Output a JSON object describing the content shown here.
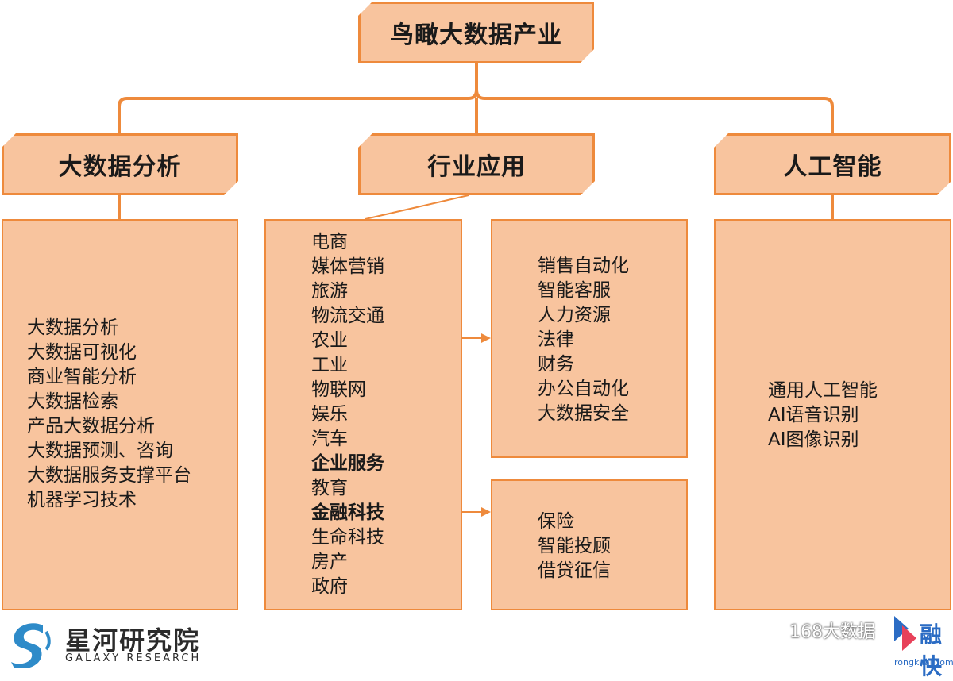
{
  "root": {
    "title": "鸟瞰大数据产业"
  },
  "categories": [
    {
      "id": "analytics",
      "title": "大数据分析",
      "items": [
        "大数据分析",
        "大数据可视化",
        "商业智能分析",
        "大数据检索",
        "产品大数据分析",
        "大数据预测、咨询",
        "大数据服务支撑平台",
        "机器学习技术"
      ]
    },
    {
      "id": "industry",
      "title": "行业应用",
      "items": [
        "电商",
        "媒体营销",
        "旅游",
        "物流交通",
        "农业",
        "工业",
        "物联网",
        "娱乐",
        "汽车",
        "企业服务",
        "教育",
        "金融科技",
        "生命科技",
        "房产",
        "政府"
      ],
      "bold_items": [
        "企业服务",
        "金融科技"
      ],
      "enterprise_services": [
        "销售自动化",
        "智能客服",
        "人力资源",
        "法律",
        "财务",
        "办公自动化",
        "大数据安全"
      ],
      "fintech": [
        "保险",
        "智能投顾",
        "借贷征信"
      ]
    },
    {
      "id": "ai",
      "title": "人工智能",
      "items": [
        "通用人工智能",
        "AI语音识别",
        "AI图像识别"
      ]
    }
  ],
  "colors": {
    "fill": "#f8c49e",
    "border": "#ee8a3c",
    "line": "#ee8a3c",
    "text": "#1a1a1a"
  },
  "branding": {
    "left_name": "星河研究院",
    "left_sub": "GALAXY RESEARCH",
    "watermark": "168大数据",
    "right_name": "融快",
    "right_url": "rongkuai.com"
  }
}
